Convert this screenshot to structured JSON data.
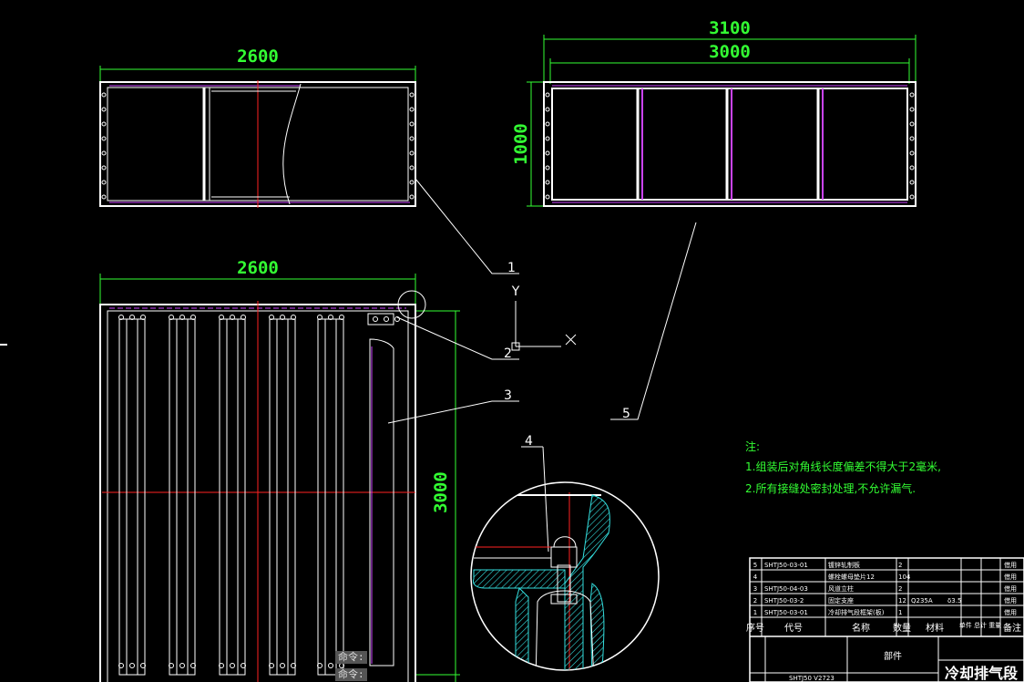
{
  "dimensions": {
    "top_left_width": "2600",
    "top_right_outer": "3100",
    "top_right_inner": "3000",
    "top_right_height": "1000",
    "plan_width": "2600",
    "plan_height": "3000"
  },
  "axes": {
    "y": "Y"
  },
  "callouts": [
    "1",
    "2",
    "3",
    "4",
    "5"
  ],
  "notes": {
    "heading": "注:",
    "line1": "1.组装后对角线长度偏差不得大于2毫米,",
    "line2": "2.所有接缝处密封处理,不允许漏气."
  },
  "bom": {
    "rows": [
      {
        "no": "5",
        "code": "SHTJ50-03-01",
        "name": "镀锌轧制板",
        "qty": "2",
        "material": "",
        "mass": "",
        "remark": "借用"
      },
      {
        "no": "4",
        "code": "",
        "name": "螺栓螺母垫片12",
        "qty": "104",
        "material": "",
        "mass": "",
        "remark": "借用"
      },
      {
        "no": "3",
        "code": "SHTJ50-04-03",
        "name": "风道立柱",
        "qty": "2",
        "material": "",
        "mass": "",
        "remark": "借用"
      },
      {
        "no": "2",
        "code": "SHTJ50-03-2",
        "name": "固定支座",
        "qty": "12",
        "material": "Q235A",
        "mass": "δ3.5",
        "remark": "借用"
      },
      {
        "no": "1",
        "code": "SHTJ50-03-01",
        "name": "冷却排气段框架(板)",
        "qty": "1",
        "material": "",
        "mass": "",
        "remark": "借用"
      }
    ],
    "headers": {
      "no": "序号",
      "code": "代号",
      "name": "名称",
      "qty": "数量",
      "material": "材料",
      "mass": "单件 总计 重量",
      "remark": "备注"
    }
  },
  "title_block": {
    "drawing_type": "部件",
    "title": "冷却排气段",
    "code": "SHTJ50 V2723"
  },
  "command_line": {
    "line1": "命令:",
    "line2": "命令:"
  }
}
